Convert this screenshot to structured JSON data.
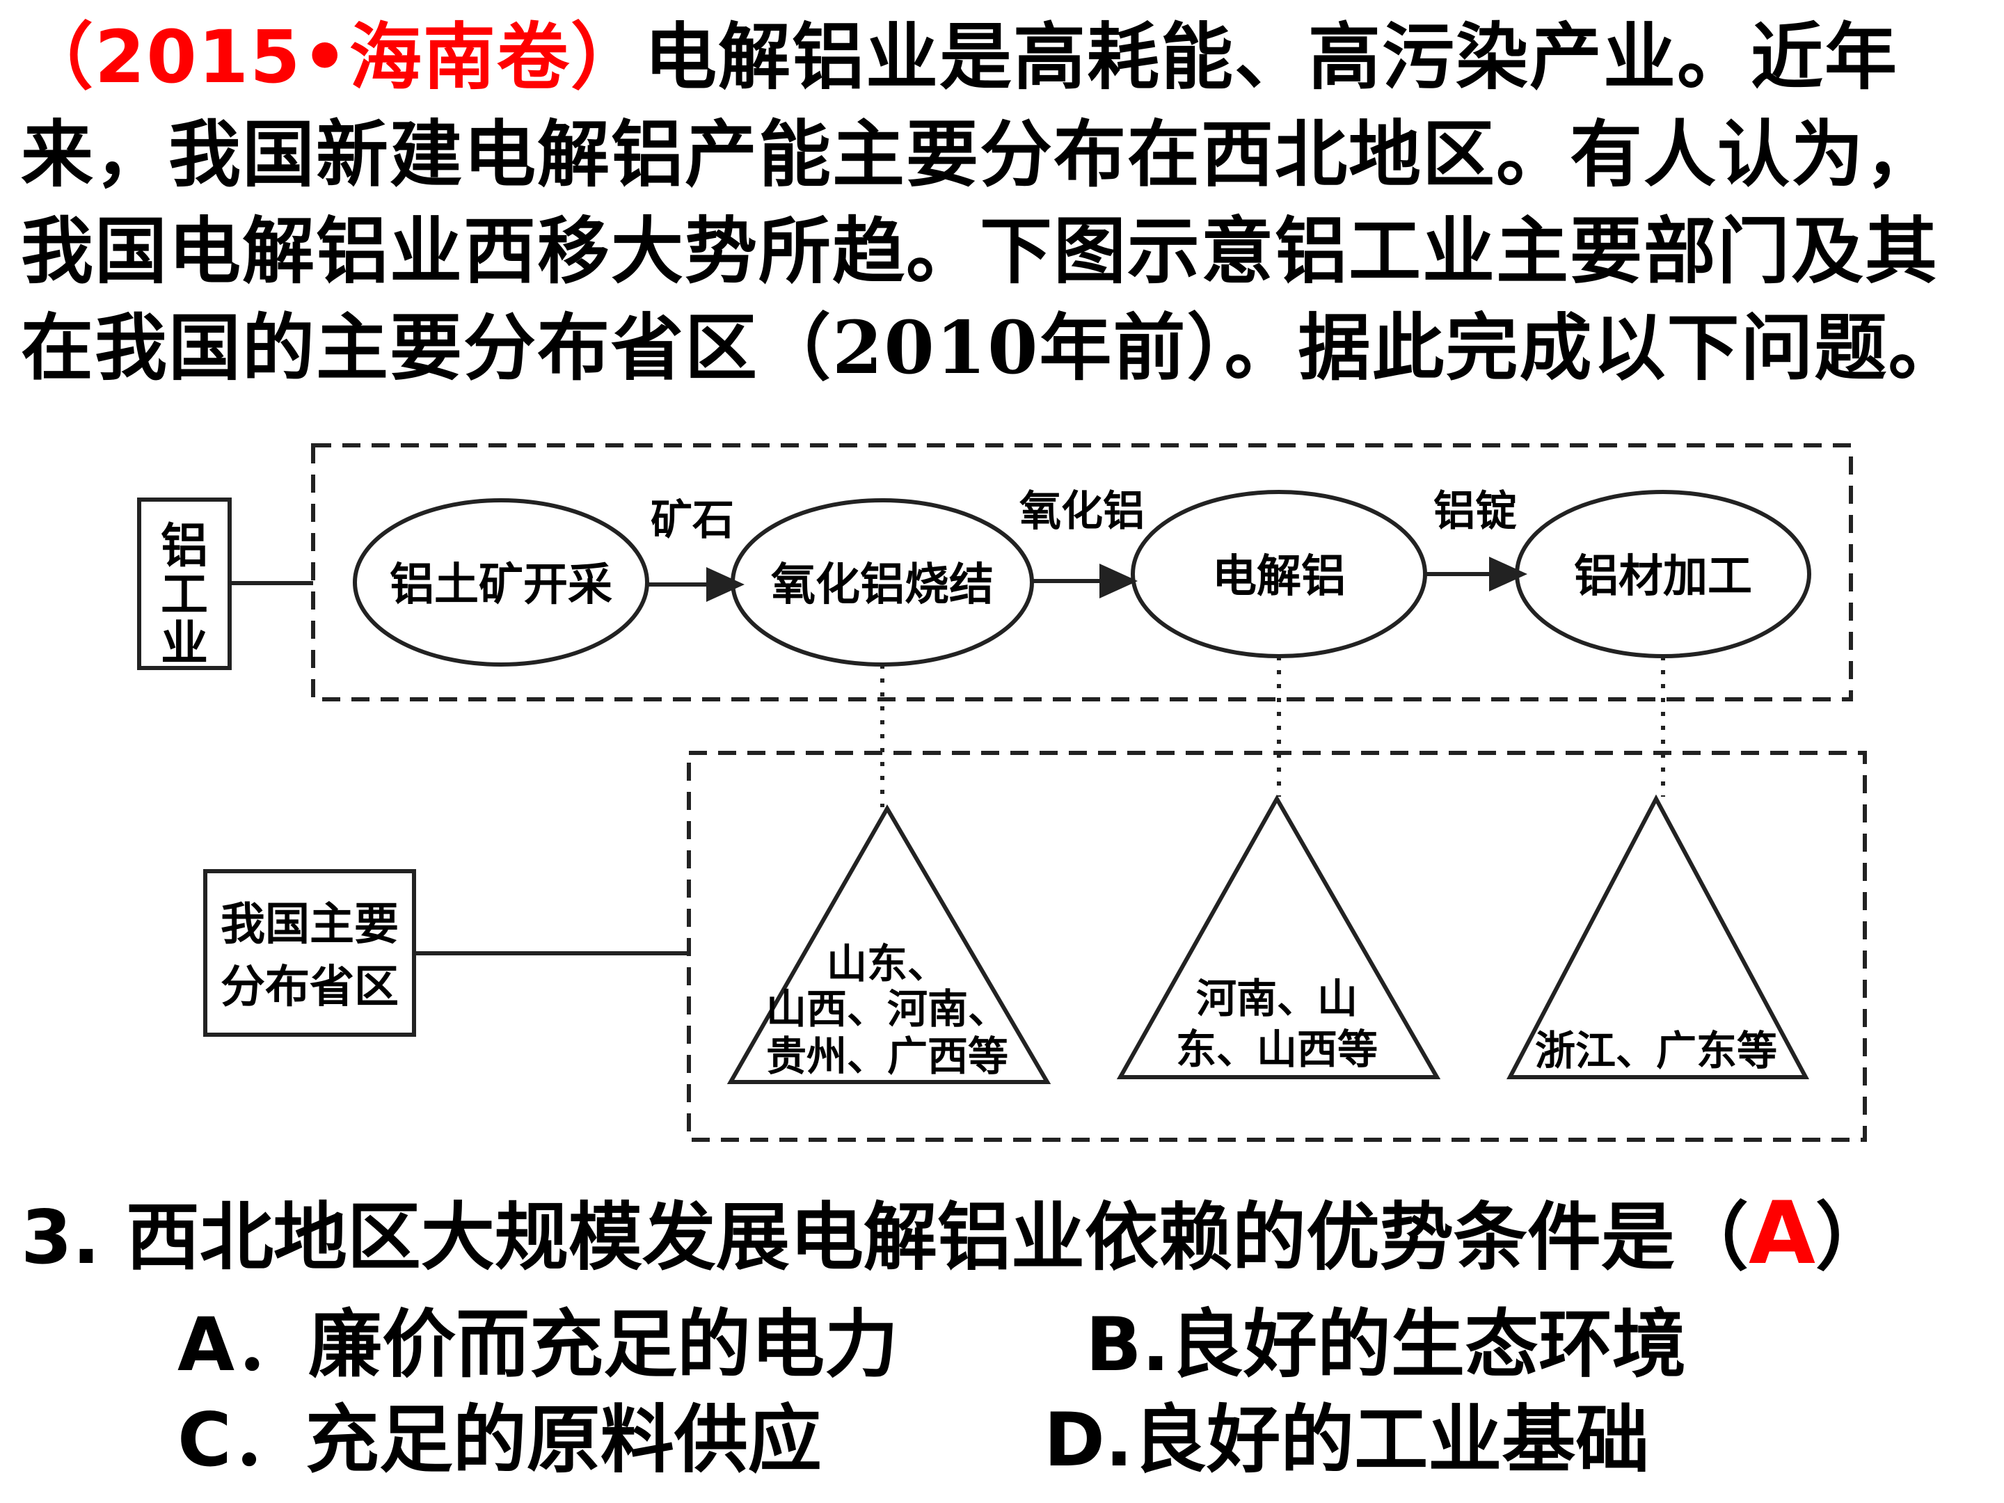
{
  "passage": {
    "source": "（2015•海南卷）",
    "body": "电解铝业是高耗能、高污染产业。近年来，我国新建电解铝产能主要分布在西北地区。有人认为，我国电解铝业西移大势所趋。下图示意铝工业主要部门及其在我国的主要分布省区（2010年前）。",
    "instruction": "据此完成以下问题。"
  },
  "diagram": {
    "industry_label": [
      "铝",
      "工",
      "业"
    ],
    "distribution_label": [
      "我国主要",
      "分布省区"
    ],
    "stages": [
      "铝土矿开采",
      "氧化铝烧结",
      "电解铝",
      "铝材加工"
    ],
    "arrows": [
      "矿石",
      "氧化铝",
      "铝锭"
    ],
    "regions": {
      "alumina": [
        "山东、",
        "山西、河南、",
        "贵州、广西等"
      ],
      "electrolysis": [
        "河南、山",
        "东、山西等"
      ],
      "processing": [
        "浙江、广东等"
      ]
    }
  },
  "question": {
    "number": "3.",
    "stem": "西北地区大规模发展电解铝业依赖的优势条件是（",
    "answer": "A",
    "close": "）",
    "options": {
      "a": "A．廉价而充足的电力",
      "b": "B.良好的生态环境",
      "c": "C．充足的原料供应",
      "d": "D.良好的工业基础"
    }
  }
}
